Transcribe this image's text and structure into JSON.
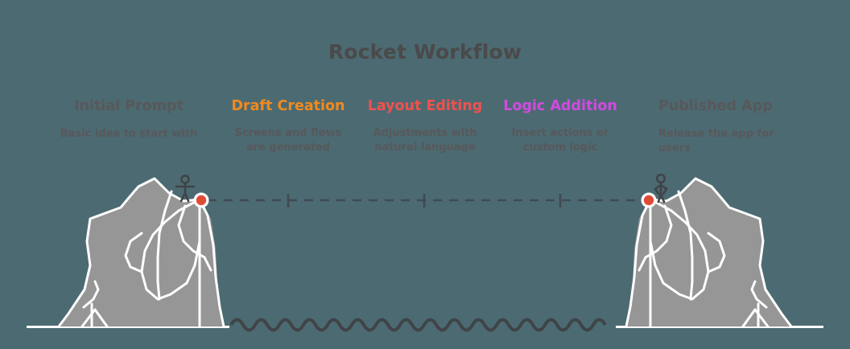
{
  "header": {
    "title": "Rocket Workflow"
  },
  "colors": {
    "background": "#4c6a72",
    "title_text": "#4a4a4a",
    "body_text": "#58585a",
    "mountain_fill": "#969696",
    "mountain_stroke": "#ffffff",
    "ground_line": "#ffffff",
    "wave_line": "#3f4447",
    "path_line": "#3f4a50",
    "marker_fill": "#e14b33",
    "marker_ring": "#ffffff",
    "figure": "#3f4447",
    "step_1": "#58585a",
    "step_2": "#f08a1e",
    "step_3": "#f0514d",
    "step_4": "#d24ae0",
    "step_5": "#58585a"
  },
  "steps": [
    {
      "id": "initial-prompt",
      "title": "Initial Prompt",
      "title_color": "#58585a",
      "desc": "Basic idea to start with"
    },
    {
      "id": "draft-creation",
      "title": "Draft Creation",
      "title_color": "#f08a1e",
      "desc": "Screens and flows\nare generated"
    },
    {
      "id": "layout-editing",
      "title": "Layout Editing",
      "title_color": "#f0514d",
      "desc": "Adjustments with\nnatural language"
    },
    {
      "id": "logic-addition",
      "title": "Logic Addition",
      "title_color": "#d24ae0",
      "desc": "Insert actions or\ncustom logic"
    },
    {
      "id": "published-app",
      "title": "Published App",
      "title_color": "#58585a",
      "desc": "Release the app for\nusers"
    }
  ],
  "graphics": {
    "left_peak_marker": "start-marker",
    "right_peak_marker": "end-marker",
    "left_figure": "stick-figure-arms-out",
    "right_figure": "stick-figure-hands-on-hips",
    "connector": "dashed-path",
    "tick_count": 3,
    "water": "wavy-line"
  }
}
